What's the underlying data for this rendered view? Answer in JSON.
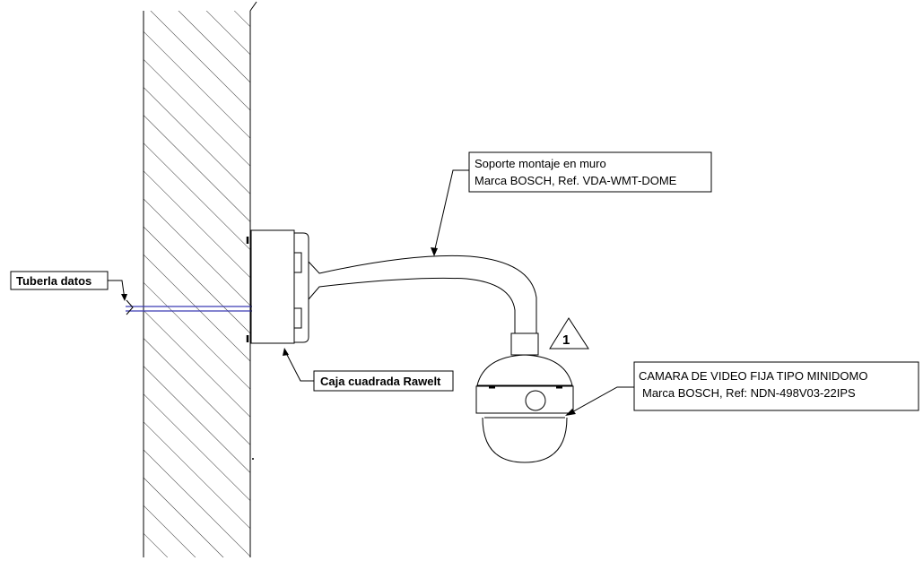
{
  "labels": {
    "tuberia": "Tuberla datos",
    "soporte_line1": "Soporte montaje en muro",
    "soporte_line2": "Marca BOSCH, Ref. VDA-WMT-DOME",
    "caja": "Caja  cuadrada Rawelt",
    "camara_line1": "CAMARA DE VIDEO FIJA TIPO MINIDOMO",
    "camara_line2": "Marca BOSCH, Ref: NDN-498V03-22IPS",
    "marker": "1"
  },
  "colors": {
    "line": "#000000",
    "pipe": "#3b3bb5",
    "background": "#ffffff"
  }
}
